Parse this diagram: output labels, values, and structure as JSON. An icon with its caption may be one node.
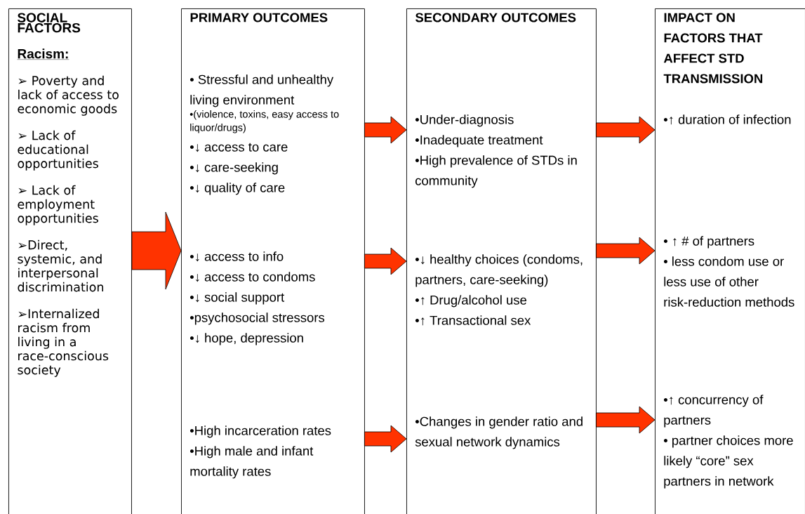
{
  "diagram": {
    "nodes": [
      {
        "text": [
          "SOCIAL FACTORS",
          "Racism:",
          "➢ Poverty and lack of access to economic goods",
          "➢ Lack of educational opportunities",
          "➢ Lack of employment opportunities",
          "➢Direct, systemic, and interpersonal discrimination",
          "➢Internalized racism from living in a race-conscious society"
        ]
      },
      {
        "text": [
          "PRIMARY OUTCOMES"
        ]
      },
      {
        "text": [
          "• Stressful and unhealthy living environment",
          "•(violence, toxins, easy access to liquor/drugs)",
          "•↓ access to care",
          "•↓ care-seeking",
          "•↓ quality of care"
        ],
        "in": 1
      },
      {
        "text": [
          "•↓ access to info",
          "•↓ access to condoms",
          "•↓ social support",
          "•psychosocial stressors",
          "•↓ hope, depression"
        ],
        "in": 1
      },
      {
        "text": [
          "•High incarceration rates",
          "•High male and infant mortality rates"
        ],
        "in": 1
      },
      {
        "text": [
          "SECONDARY OUTCOMES"
        ]
      },
      {
        "text": [
          "•Under-diagnosis",
          "•Inadequate treatment",
          "•High prevalence of STDs in community"
        ],
        "in": 5
      },
      {
        "text": [
          "•↓ healthy choices (condoms, partners, care-seeking)",
          "•↑ Drug/alcohol use",
          "•↑ Transactional sex"
        ],
        "in": 5
      },
      {
        "text": [
          "•Changes in gender ratio and sexual network dynamics"
        ],
        "in": 5
      },
      {
        "text": [
          "IMPACT ON FACTORS THAT AFFECT STD TRANSMISSION"
        ]
      },
      {
        "text": [
          "•↑ duration of infection"
        ],
        "in": 9
      },
      {
        "text": [
          "• ↑ # of partners",
          "• less condom use or less use of other risk-reduction methods"
        ],
        "in": 9
      },
      {
        "text": [
          "•↑ concurrency of partners",
          "• partner choices more likely “core” sex partners in network"
        ],
        "in": 9
      }
    ],
    "edges": [
      {
        "from": 0,
        "to": 1,
        "arrow": "to"
      },
      {
        "from": 2,
        "to": 6,
        "arrow": "to"
      },
      {
        "from": 3,
        "to": 7,
        "arrow": "to"
      },
      {
        "from": 4,
        "to": 8,
        "arrow": "to"
      },
      {
        "from": 6,
        "to": 10,
        "arrow": "to"
      },
      {
        "from": 7,
        "to": 11,
        "arrow": "to"
      },
      {
        "from": 8,
        "to": 12,
        "arrow": "to"
      }
    ]
  }
}
